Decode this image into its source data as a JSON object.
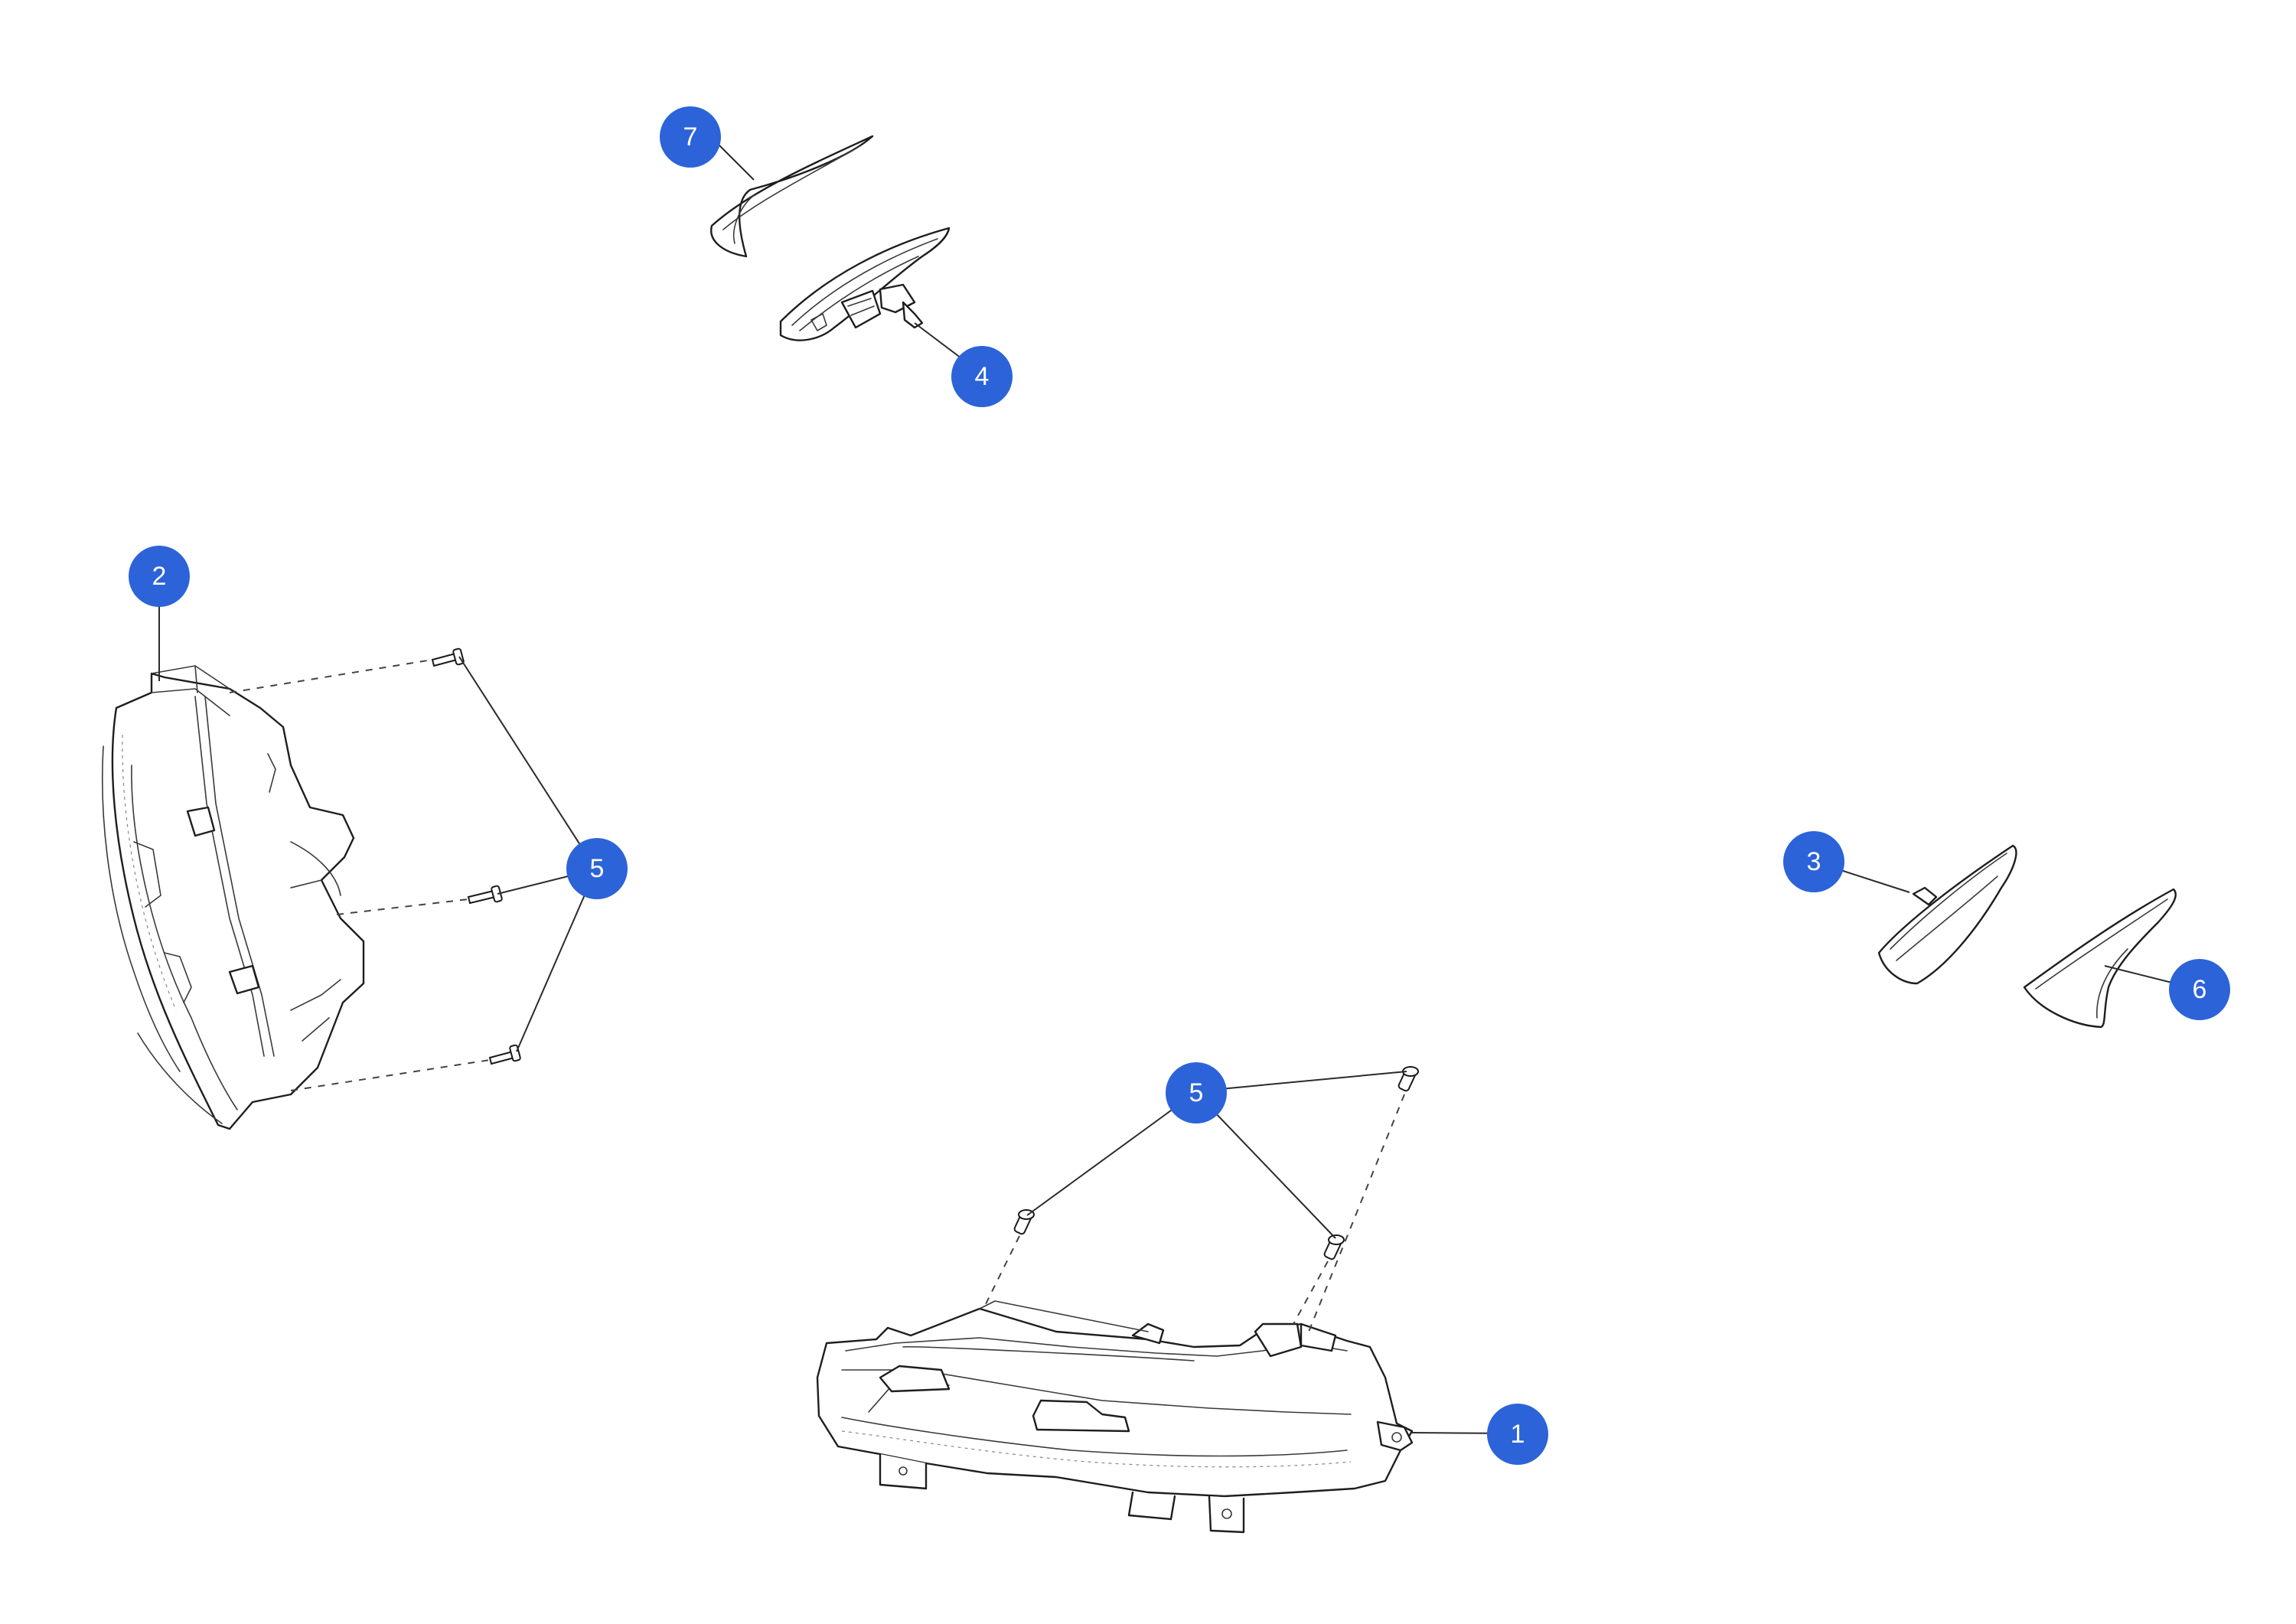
{
  "callouts": [
    {
      "id": "c7",
      "label": "7"
    },
    {
      "id": "c4",
      "label": "4"
    },
    {
      "id": "c2",
      "label": "2"
    },
    {
      "id": "c5a",
      "label": "5"
    },
    {
      "id": "c3",
      "label": "3"
    },
    {
      "id": "c6",
      "label": "6"
    },
    {
      "id": "c5b",
      "label": "5"
    },
    {
      "id": "c1",
      "label": "1"
    }
  ],
  "colors": {
    "callout_fill": "#2c63d8",
    "callout_text": "#ffffff",
    "line_art": "#1e1e1e",
    "background": "#ffffff"
  }
}
